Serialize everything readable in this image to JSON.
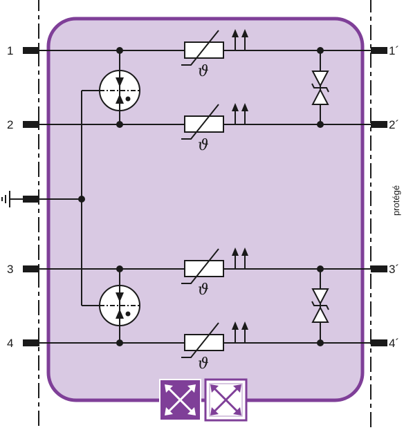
{
  "terminals": {
    "in": [
      "1",
      "2",
      "3",
      "4"
    ],
    "out": [
      "1´",
      "2´",
      "3´",
      "4´"
    ]
  },
  "thermistor_symbol": "ϑ",
  "side_label": "protégé",
  "colors": {
    "module_fill": "#d9c9e3",
    "module_border": "#7f3f98",
    "line": "#1a1a1a",
    "indicator_dark": "#7f3f98",
    "indicator_light": "#ffffff"
  }
}
